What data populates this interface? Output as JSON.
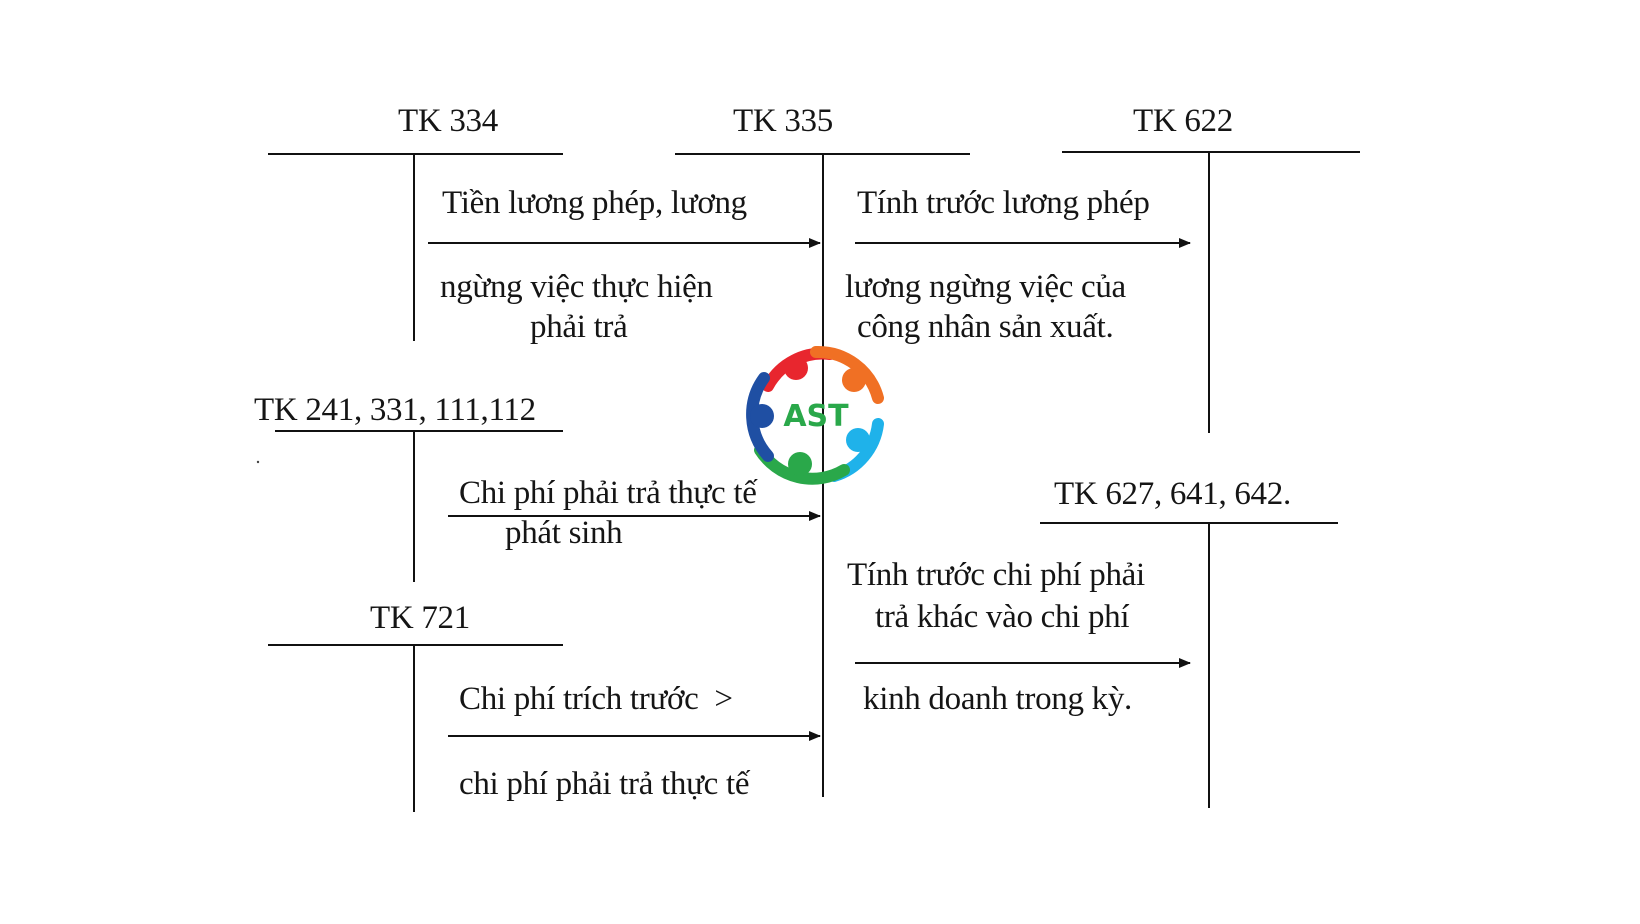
{
  "diagram": {
    "type": "accounting-t-account-flow",
    "accounts": {
      "tk334": "TK 334",
      "tk335": "TK 335",
      "tk622": "TK 622",
      "tk241": "TK 241, 331, 111,112",
      "tk721": "TK 721",
      "tk627": "TK 627, 641, 642."
    },
    "flows": {
      "f1": {
        "from": "TK 334",
        "to": "TK 335",
        "above": "Tiền lương phép, lương",
        "below_1": "ngừng việc thực hiện",
        "below_2": "phải trả"
      },
      "f2": {
        "from": "TK 335",
        "to": "TK 622",
        "above": "Tính trước lương phép",
        "below_1": "lương ngừng việc của",
        "below_2": "công nhân sản xuất."
      },
      "f3": {
        "from": "TK 241, 331, 111,112",
        "to": "TK 335",
        "above": "Chi phí phải trả thực tế",
        "below": "phát sinh"
      },
      "f4": {
        "from": "TK 721",
        "to": "TK 335",
        "above": "Chi phí trích trước  >",
        "below": "chi phí phải trả thực tế"
      },
      "f5": {
        "from": "TK 335",
        "to": "TK 627, 641, 642.",
        "above_1": "Tính trước chi phí phải",
        "above_2": "trả khác vào chi phí",
        "below": "kinh doanh trong kỳ."
      }
    },
    "logo": {
      "text": "AST",
      "colors": {
        "red": "#e8262e",
        "orange": "#f07024",
        "blue": "#1f4fa3",
        "light_blue": "#1fb2ea",
        "green": "#2aa84a"
      }
    },
    "colors": {
      "line": "#111111",
      "background": "#ffffff"
    }
  }
}
